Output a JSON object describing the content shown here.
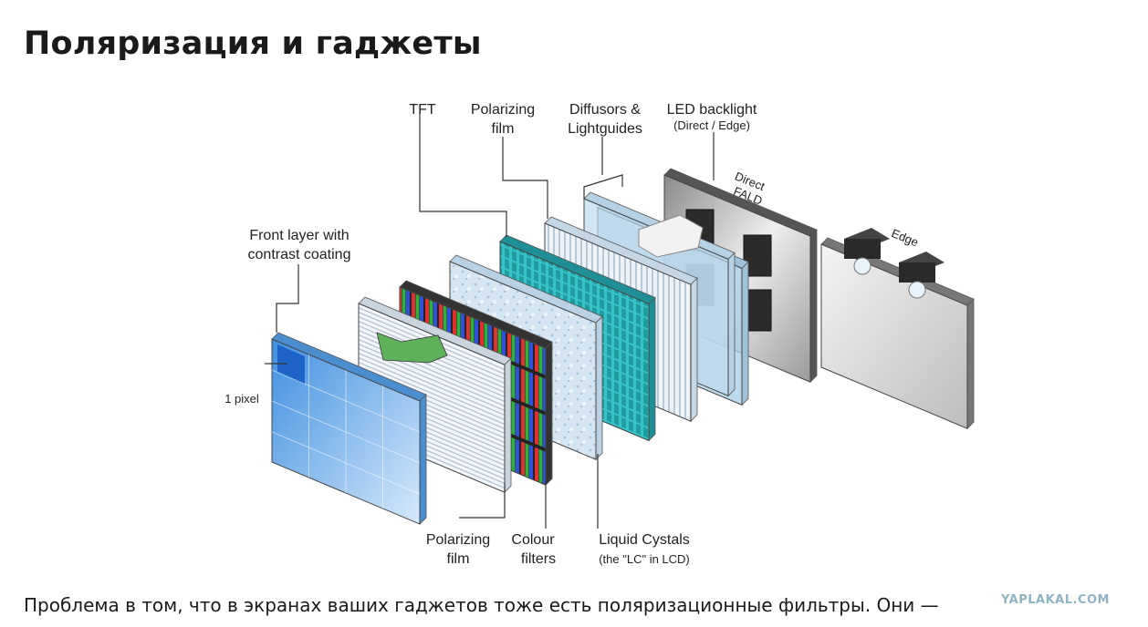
{
  "page_title": "Поляризация и гаджеты",
  "diagram": {
    "labels": {
      "tft": "TFT",
      "polarizing_back_1": "Polarizing",
      "polarizing_back_2": "film",
      "diffusors_1": "Diffusors &",
      "diffusors_2": "Lightguides",
      "led_1": "LED backlight",
      "led_2": "(Direct / Edge)",
      "direct_1": "Direct",
      "direct_2": "FALD",
      "edge": "Edge",
      "front_1": "Front layer with",
      "front_2": "contrast coating",
      "pixel": "1 pixel",
      "polarizing_front_1": "Polarizing",
      "polarizing_front_2": "film",
      "colour_1": "Colour",
      "colour_2": "filters",
      "lc_1": "Liquid Cystals",
      "lc_2": "(the \"LC\" in LCD)"
    }
  },
  "body_text": "Проблема в том, что в экранах ваших гаджетов тоже есть поляризационные фильтры. Они —",
  "watermark": "YAPLAKAL.COM"
}
